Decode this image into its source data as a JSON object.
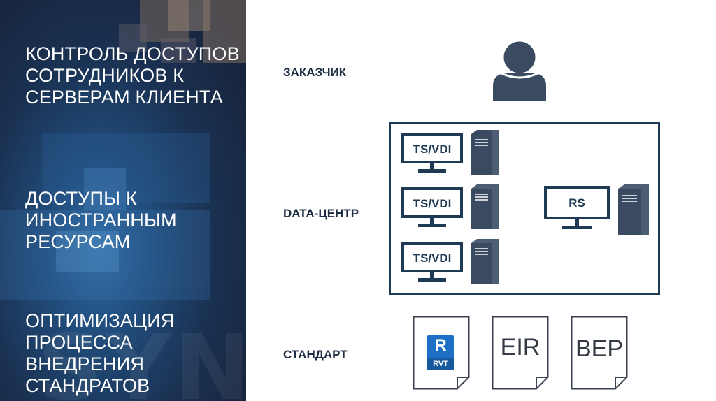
{
  "sidebar": {
    "headings": [
      "КОНТРОЛЬ ДОСТУПОВ СОТРУДНИКОВ К СЕРВЕРАМ КЛИЕНТА",
      "ДОСТУПЫ К ИНОСТРАННЫМ РЕСУРСАМ",
      "ОПТИМИЗАЦИЯ ПРОЦЕССА ВНЕДРЕНИЯ СТАНДРАТОВ"
    ],
    "watermark": "SYN"
  },
  "rows": {
    "customer": "ЗАКАЗЧИК",
    "datacenter": "DATA-ЦЕНТР",
    "standard": "СТАНДАРТ"
  },
  "datacenter": {
    "terminals": [
      "TS/VDI",
      "TS/VDI",
      "TS/VDI"
    ],
    "server": "RS"
  },
  "standards": {
    "revit_letter": "R",
    "revit_ext": "RVT",
    "eir": "EIR",
    "bep": "BEP"
  },
  "colors": {
    "navy": "#1f3a55",
    "icon_fill": "#3a4a60",
    "revit_blue": "#1c6fc4"
  }
}
